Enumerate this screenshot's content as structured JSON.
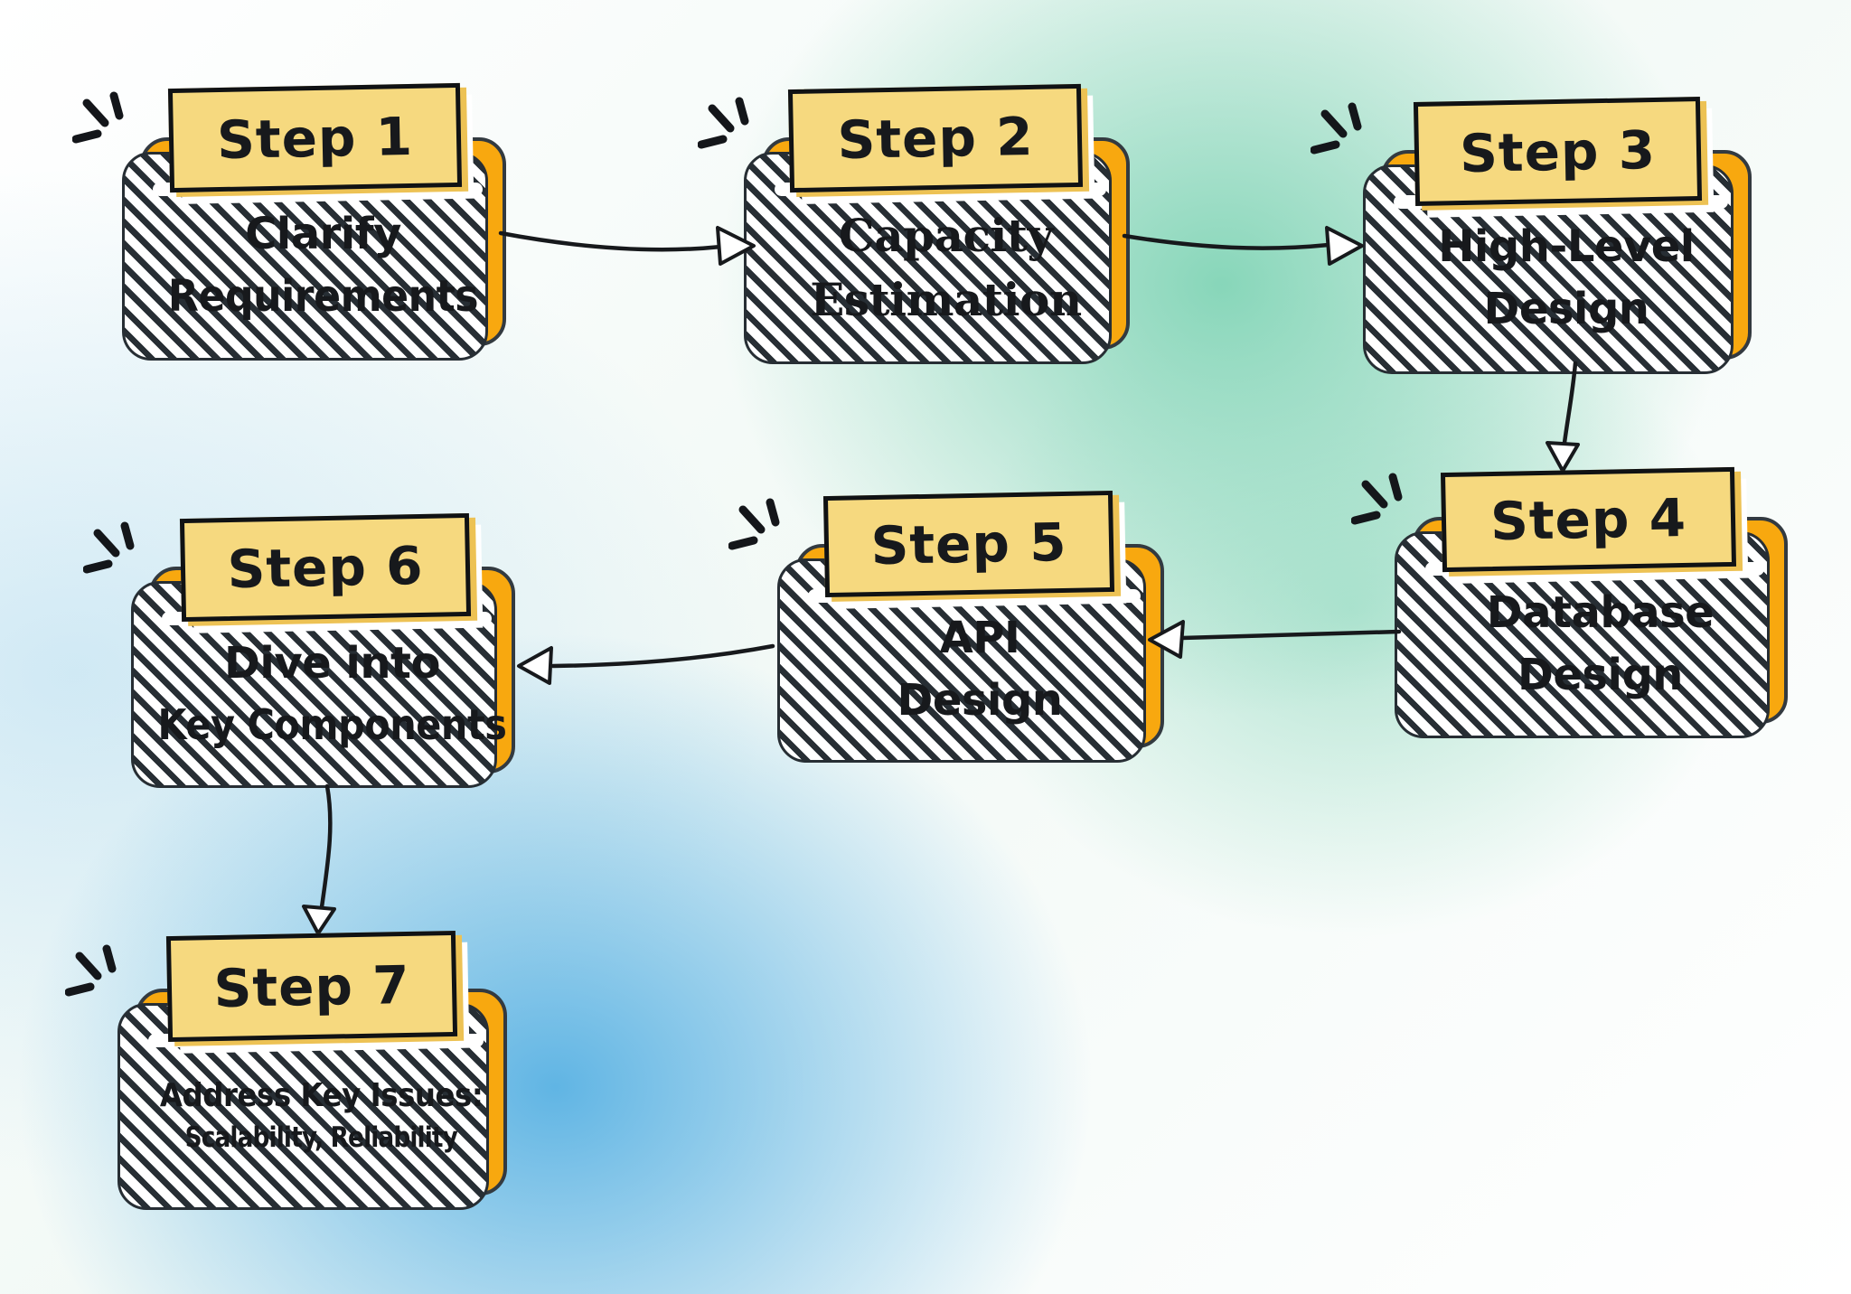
{
  "diagram": {
    "type": "flowchart",
    "nodes": [
      {
        "id": "step-1",
        "label": "Step 1",
        "title_lines": [
          "Clarify",
          "Requirements"
        ]
      },
      {
        "id": "step-2",
        "label": "Step 2",
        "title_lines": [
          "Capacity",
          "Estimation"
        ]
      },
      {
        "id": "step-3",
        "label": "Step 3",
        "title_lines": [
          "High-Level",
          "Design"
        ]
      },
      {
        "id": "step-4",
        "label": "Step 4",
        "title_lines": [
          "Database",
          "Design"
        ]
      },
      {
        "id": "step-5",
        "label": "Step 5",
        "title_lines": [
          "API",
          "Design"
        ]
      },
      {
        "id": "step-6",
        "label": "Step 6",
        "title_lines": [
          "Dive into",
          "Key Components"
        ]
      },
      {
        "id": "step-7",
        "label": "Step 7",
        "title_lines": [
          "Address Key Issues:",
          "Scalability, Reliability"
        ]
      }
    ],
    "edges": [
      {
        "from": "step-1",
        "to": "step-2"
      },
      {
        "from": "step-2",
        "to": "step-3"
      },
      {
        "from": "step-3",
        "to": "step-4"
      },
      {
        "from": "step-4",
        "to": "step-5"
      },
      {
        "from": "step-5",
        "to": "step-6"
      },
      {
        "from": "step-6",
        "to": "step-7"
      }
    ],
    "icons": [
      {
        "name": "sparkle-icon",
        "shape": "three radiating hand-drawn strokes"
      }
    ],
    "colors": {
      "card_fill": "#F8A80F",
      "badge_fill": "#F6D97F",
      "badge_offset": "#EDC254",
      "ink": "#17191C",
      "card_outline": "#333A40",
      "hatch_ink": "#272E34",
      "teal": "#7ED3B4",
      "blue": "#58B1E3"
    }
  }
}
